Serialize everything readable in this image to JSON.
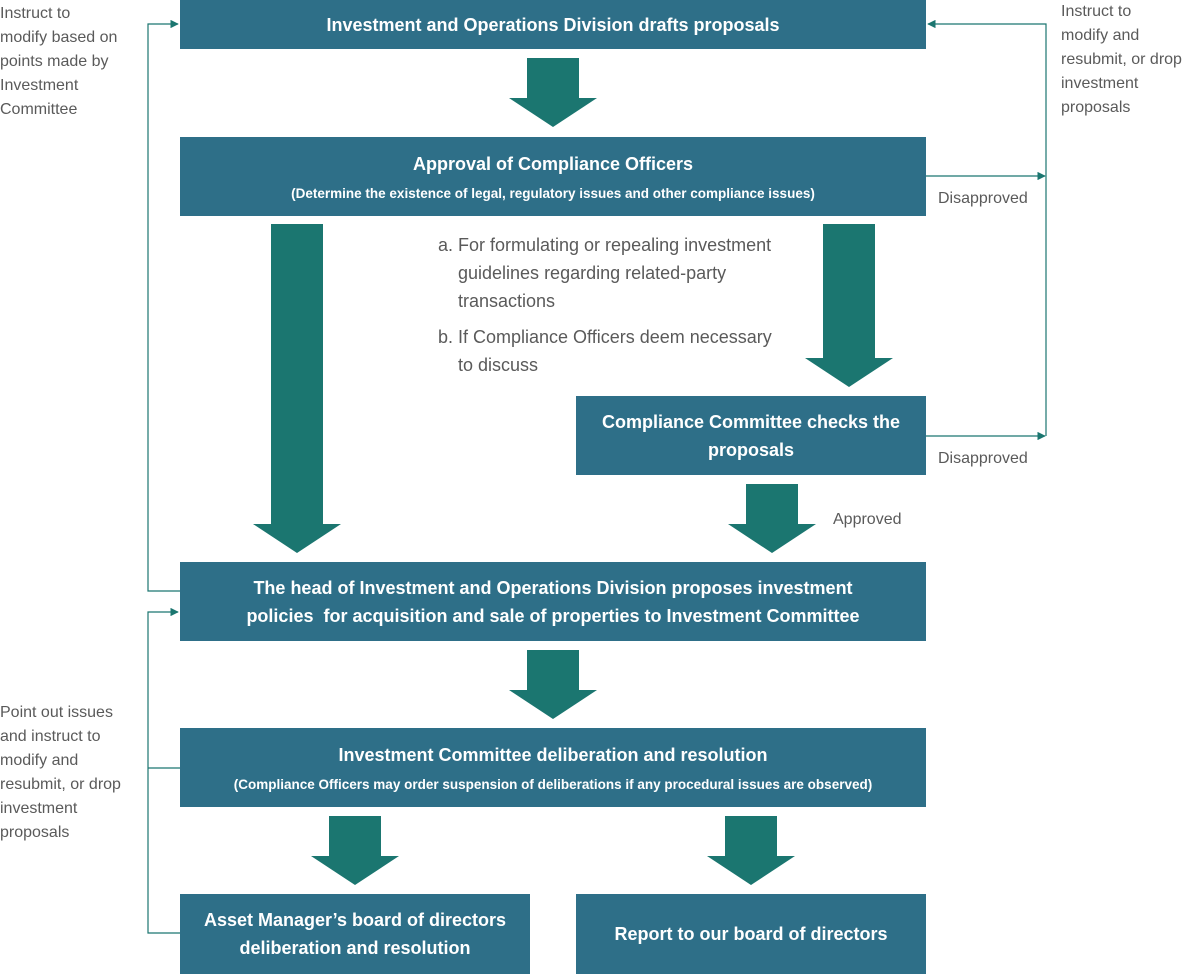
{
  "boxes": {
    "drafts": {
      "title": "Investment and Operations Division drafts proposals"
    },
    "compliance_officers": {
      "title": "Approval of Compliance Officers",
      "subtitle": "(Determine the existence of legal, regulatory issues and other compliance issues)"
    },
    "compliance_committee": {
      "title": "Compliance Committee checks the\nproposals"
    },
    "head_proposes": {
      "title": "The head of Investment and Operations Division proposes investment\npolicies  for acquisition and sale of properties to Investment Committee"
    },
    "investment_committee": {
      "title": "Investment Committee deliberation and resolution",
      "subtitle": "(Compliance Officers may order suspension of deliberations if any procedural issues are observed)"
    },
    "asset_manager_board": {
      "title": "Asset Manager’s board of directors\ndeliberation and resolution"
    },
    "report_board": {
      "title": "Report to our board of directors"
    }
  },
  "conditions": [
    {
      "key": "a.",
      "text": "For formulating or repealing investment guidelines regarding related-party transactions"
    },
    {
      "key": "b.",
      "text": "If Compliance Officers deem necessary to discuss"
    }
  ],
  "labels": {
    "disapproved_1": "Disapproved",
    "disapproved_2": "Disapproved",
    "approved": "Approved"
  },
  "notes": {
    "left_top": "Instruct to\nmodify based on\npoints made by\nInvestment\nCommittee",
    "right_top": "Instruct to\nmodify and\nresubmit, or drop\ninvestment\nproposals",
    "left_bottom": "Point out issues\nand instruct to\nmodify and\nresubmit, or drop\ninvestment\nproposals"
  },
  "colors": {
    "box": "#2e6f88",
    "arrow": "#1b7670",
    "text_gray": "#5a5a5a"
  }
}
